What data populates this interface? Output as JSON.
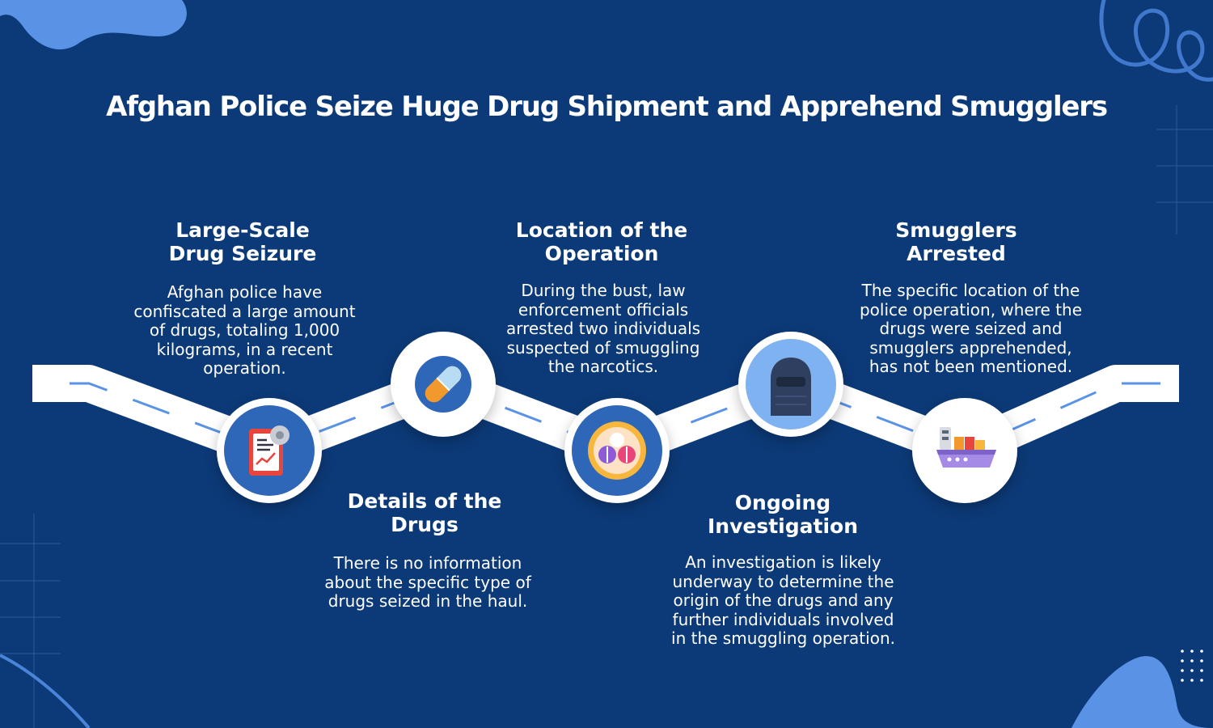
{
  "title": "Afghan Police Seize Huge Drug Shipment and Apprehend Smugglers",
  "steps": [
    {
      "heading": "Large-Scale Drug Seizure",
      "text": "Afghan police have confiscated a large amount of drugs, totaling 1,000 kilograms, in a recent operation.",
      "icon": "report-chart-icon"
    },
    {
      "heading": "Details of the Drugs",
      "text": "There is no information about the specific type of drugs seized in the haul.",
      "icon": "pill-capsule-icon"
    },
    {
      "heading": "Location of the Operation",
      "text": "During the bust, law enforcement officials arrested two individuals suspected of smuggling the narcotics.",
      "icon": "pills-icon"
    },
    {
      "heading": "Ongoing Investigation",
      "text": "An investigation is likely underway to determine the origin of the drugs and any further individuals involved in the smuggling operation.",
      "icon": "balaclava-criminal-icon"
    },
    {
      "heading": "Smugglers Arrested",
      "text": "The specific location of the police operation, where the drugs were seized and smugglers apprehended, has not been mentioned.",
      "icon": "cargo-ship-icon"
    }
  ],
  "colors": {
    "background": "#0c3a78",
    "accent": "#5a93e6",
    "road": "#ffffff",
    "node_inner": "#2e66b8"
  }
}
